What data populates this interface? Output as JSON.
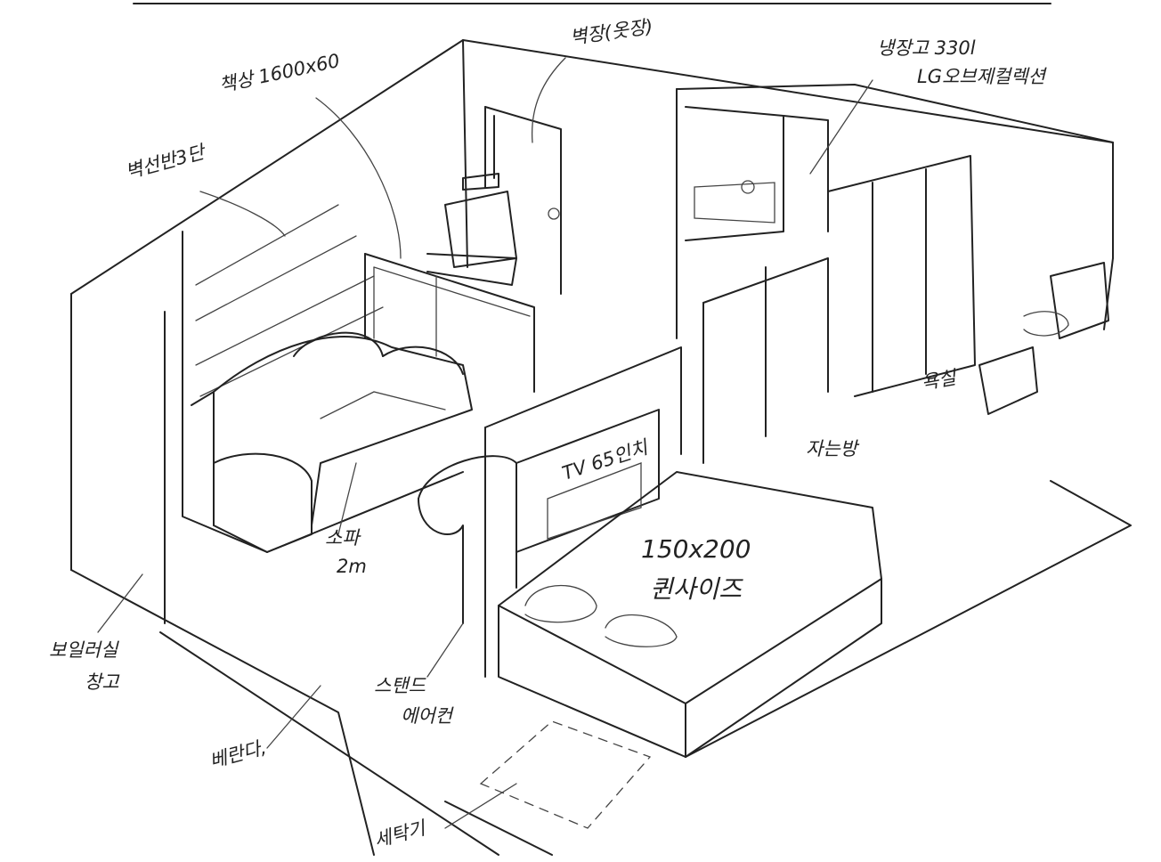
{
  "labels": {
    "desk": "책상 1600x60",
    "closet": "벽장(옷장)",
    "fridge_line1": "냉장고 330l",
    "fridge_line2": "LG오브제컬렉션",
    "wall_shelf": "벽선반3단",
    "tv": "TV 65인치",
    "bedroom": "자는방",
    "bathroom": "욕실",
    "sofa_line1": "소파",
    "sofa_line2": "2m",
    "bed_line1": "150x200",
    "bed_line2": "퀸사이즈",
    "boiler_line1": "보일러실",
    "boiler_line2": "창고",
    "aircon_line1": "스탠드",
    "aircon_line2": "에어컨",
    "veranda": "베란다,",
    "washer": "세탁기"
  }
}
